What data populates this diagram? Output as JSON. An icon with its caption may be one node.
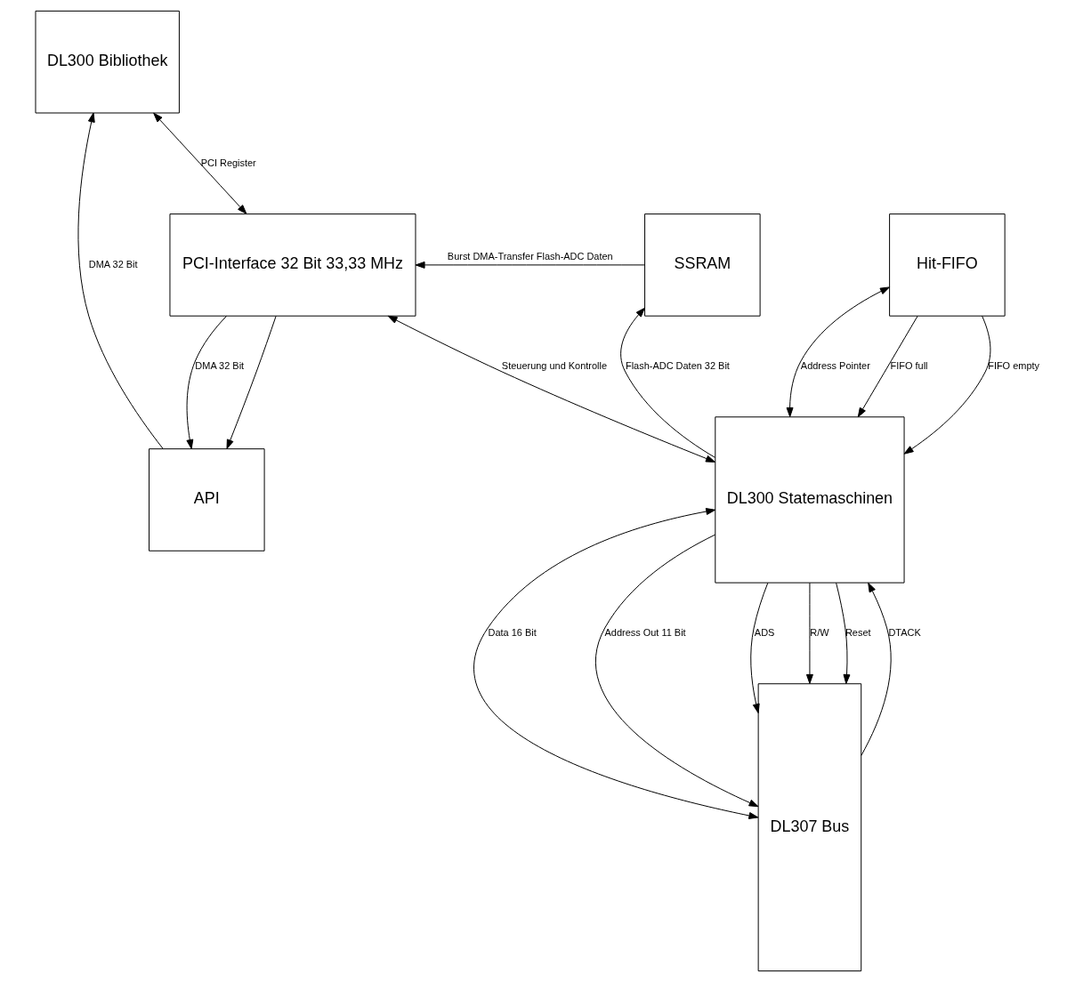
{
  "diagram": {
    "nodes": [
      {
        "text": [
          "DL300 Bibliothek"
        ]
      },
      {
        "text": [
          "API"
        ]
      },
      {
        "text": [
          "PCI-Interface 32 Bit 33,33 MHz"
        ]
      },
      {
        "text": [
          "DL300 Statemaschinen"
        ]
      },
      {
        "text": [
          "SSRAM"
        ]
      },
      {
        "text": [
          "Hit-FIFO"
        ]
      },
      {
        "text": [
          "DL307 Bus"
        ]
      }
    ],
    "edges": [
      {
        "from": 1,
        "to": 0,
        "arrow": "to",
        "label": "DMA 32 Bit"
      },
      {
        "from": 2,
        "to": 1,
        "arrow": "to",
        "label": "DMA 32 Bit"
      },
      {
        "from": 0,
        "to": 2,
        "arrow": "both",
        "label": "PCI Register"
      },
      {
        "from": 2,
        "to": 1,
        "arrow": "to"
      },
      {
        "from": 3,
        "to": 2,
        "arrow": "both",
        "label": "Steuerung und Kontrolle"
      },
      {
        "from": 4,
        "to": 2,
        "arrow": "to",
        "label": "Burst DMA-Transfer Flash-ADC Daten"
      },
      {
        "from": 3,
        "to": 4,
        "arrow": "to",
        "label": "Flash-ADC Daten 32 Bit"
      },
      {
        "from": 5,
        "to": 3,
        "arrow": "to",
        "label": "FIFO empty"
      },
      {
        "from": 5,
        "to": 3,
        "arrow": "to",
        "label": "FIFO full"
      },
      {
        "from": 3,
        "to": 5,
        "arrow": "both",
        "label": "Address Pointer"
      },
      {
        "from": 3,
        "to": 6,
        "arrow": "both",
        "label": "Data 16 Bit"
      },
      {
        "from": 3,
        "to": 6,
        "arrow": "to",
        "label": "Address Out 11 Bit"
      },
      {
        "from": 3,
        "to": 6,
        "arrow": "to",
        "label": "ADS"
      },
      {
        "from": 3,
        "to": 6,
        "arrow": "to",
        "label": "R/W"
      },
      {
        "from": 3,
        "to": 6,
        "arrow": "to",
        "label": "Reset"
      },
      {
        "from": 6,
        "to": 3,
        "arrow": "to",
        "label": "DTACK"
      }
    ]
  }
}
